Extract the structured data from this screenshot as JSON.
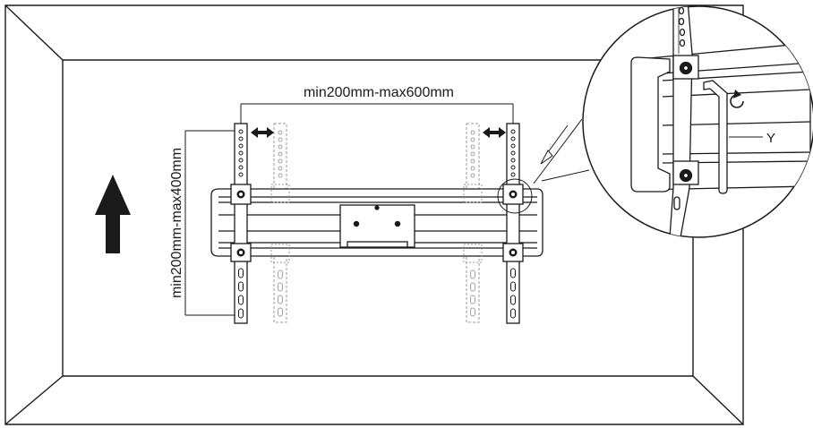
{
  "labels": {
    "horizontal_dimension": "min200mm-max600mm",
    "vertical_dimension": "min200mm-max400mm",
    "callout_part": "Y"
  },
  "icons": {
    "direction": "up-arrow-icon",
    "adjust": "double-arrow-icon",
    "rotate": "rotate-icon"
  },
  "colors": {
    "line": "#1a1a1a",
    "fill": "#ffffff",
    "ghost": "#9a9a9a",
    "dark": "#1a1a1a"
  }
}
